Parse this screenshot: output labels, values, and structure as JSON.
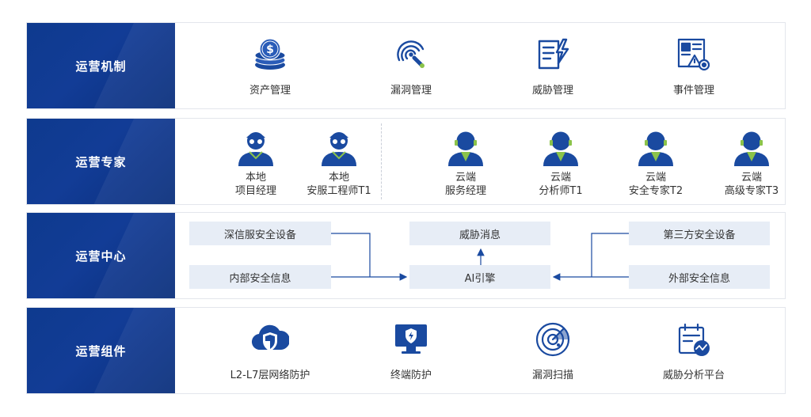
{
  "rows": {
    "mechanism": {
      "label": "运营机制",
      "items": [
        {
          "label": "资产管理",
          "icon": "coins-icon"
        },
        {
          "label": "漏洞管理",
          "icon": "fingerprint-icon"
        },
        {
          "label": "威胁管理",
          "icon": "document-lightning-icon"
        },
        {
          "label": "事件管理",
          "icon": "alert-document-icon"
        }
      ]
    },
    "experts": {
      "label": "运营专家",
      "items": [
        {
          "line1": "本地",
          "line2": "项目经理",
          "icon": "engineer-icon"
        },
        {
          "line1": "本地",
          "line2": "安服工程师T1",
          "icon": "engineer-icon"
        },
        {
          "line1": "云端",
          "line2": "服务经理",
          "icon": "agent-icon"
        },
        {
          "line1": "云端",
          "line2": "分析师T1",
          "icon": "agent-icon"
        },
        {
          "line1": "云端",
          "line2": "安全专家T2",
          "icon": "agent-icon"
        },
        {
          "line1": "云端",
          "line2": "高级专家T3",
          "icon": "agent-icon"
        }
      ]
    },
    "center": {
      "label": "运营中心",
      "boxes": {
        "sxf_devices": "深信服安全设备",
        "internal_info": "内部安全信息",
        "threat_msg": "威胁消息",
        "ai_engine": "AI引擎",
        "third_party": "第三方安全设备",
        "external_info": "外部安全信息"
      }
    },
    "components": {
      "label": "运营组件",
      "items": [
        {
          "label": "L2-L7层网络防护",
          "icon": "cloud-shield-icon"
        },
        {
          "label": "终端防护",
          "icon": "monitor-shield-icon"
        },
        {
          "label": "漏洞扫描",
          "icon": "radar-icon"
        },
        {
          "label": "威胁分析平台",
          "icon": "calendar-chart-icon"
        }
      ]
    }
  },
  "colors": {
    "primary": "#1a4aa0",
    "accent": "#8bc34a",
    "box_bg": "#e7edf6"
  }
}
